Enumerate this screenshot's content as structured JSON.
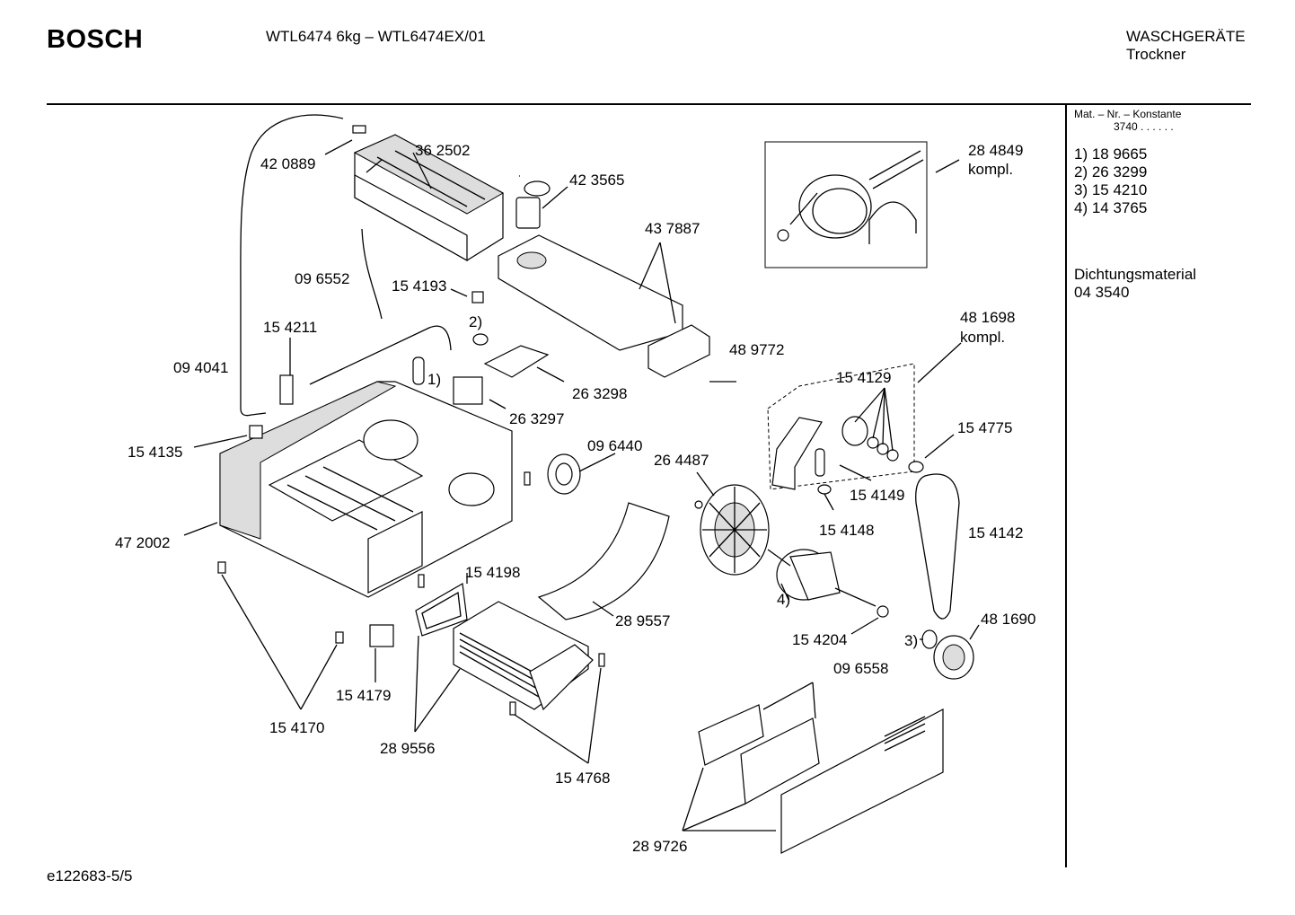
{
  "header": {
    "brand": "BOSCH",
    "model": "WTL6474 6kg – WTL6474EX/01",
    "category_line1": "WASCHGERÄTE",
    "category_line2": "Trockner"
  },
  "sidebar": {
    "constant_label": "Mat. – Nr. – Konstante",
    "constant_value": "3740 . . . . . .",
    "variants": [
      "1) 18 9665",
      "2) 26 3299",
      "3) 15 4210",
      "4) 14 3765"
    ],
    "seal_label": "Dichtungsmaterial",
    "seal_value": "04 3540"
  },
  "footer": {
    "doc_id": "e122683-5/5"
  },
  "labels": [
    "42 0889",
    "36 2502",
    "42 3565",
    "43 7887",
    "28 4849",
    "kompl.",
    "09 6552",
    "15 4193",
    "15 4211",
    "2)",
    "09 4041",
    "1)",
    "26 3298",
    "26 3297",
    "48 9772",
    "48 1698",
    "kompl.",
    "15 4129",
    "15 4135",
    "09 6440",
    "26 4487",
    "15 4775",
    "15 4149",
    "47 2002",
    "15 4148",
    "15 4142",
    "15 4198",
    "28 9557",
    "4)",
    "48 1690",
    "15 4204",
    "3)",
    "15 4179",
    "09 6558",
    "15 4170",
    "28 9556",
    "15 4768",
    "28 9726"
  ]
}
